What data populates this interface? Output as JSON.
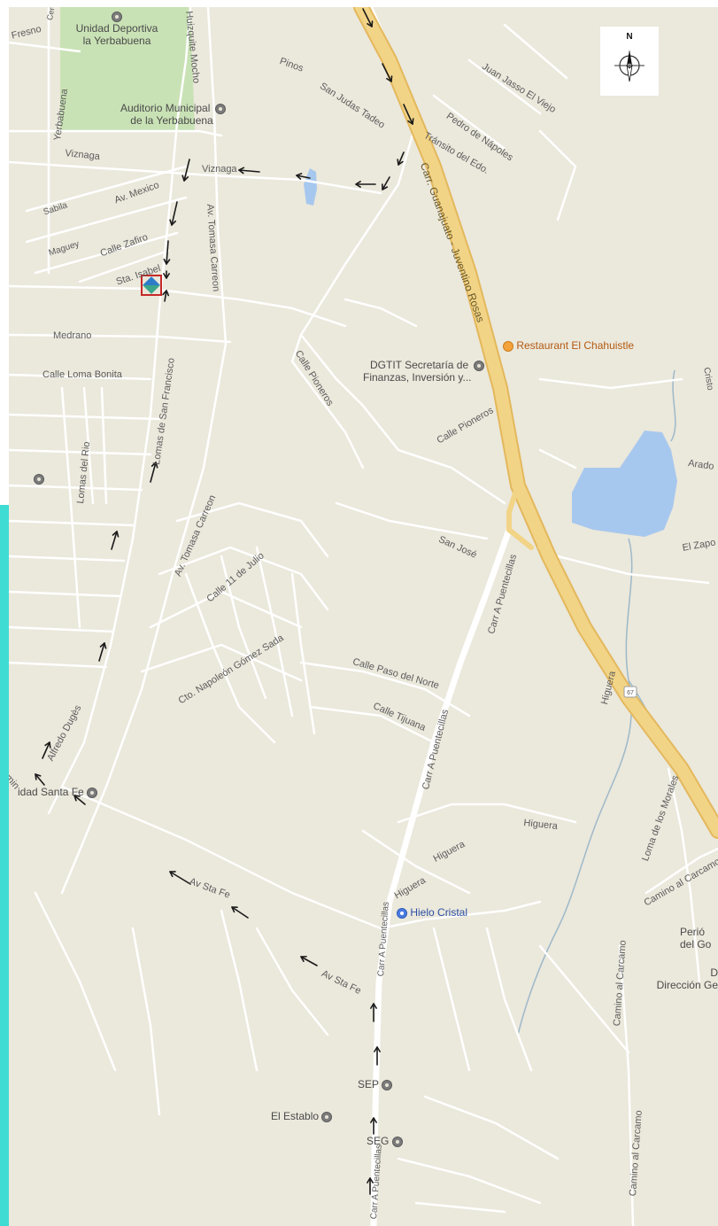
{
  "map": {
    "compass": {
      "north_label": "N"
    },
    "highway": {
      "label": "Carr. Guanajuato - Juventino Rosas",
      "shield": "67"
    },
    "streets": [
      {
        "text": "Fresno"
      },
      {
        "text": "Yerbabuena"
      },
      {
        "text": "Cerezo"
      },
      {
        "text": "Huizquite Mocho"
      },
      {
        "text": "Pinos"
      },
      {
        "text": "San Judas Tadeo"
      },
      {
        "text": "Juan Jasso El Viejo"
      },
      {
        "text": "Pedro de Nápoles"
      },
      {
        "text": "Tránsito del Edo."
      },
      {
        "text": "Viznaga"
      },
      {
        "text": "Viznaga"
      },
      {
        "text": "Av. Mexico"
      },
      {
        "text": "Sabila"
      },
      {
        "text": "Maguey"
      },
      {
        "text": "Calle Zafiro"
      },
      {
        "text": "Sta. Isabel"
      },
      {
        "text": "Av. Tomasa Carreon"
      },
      {
        "text": "Medrano"
      },
      {
        "text": "Calle Loma Bonita"
      },
      {
        "text": "Lomas de San Francisco"
      },
      {
        "text": "Lomas del Rio"
      },
      {
        "text": "Calle Pioneros"
      },
      {
        "text": "Calle Pioneros"
      },
      {
        "text": "San José"
      },
      {
        "text": "Carr A Puentecillas"
      },
      {
        "text": "Av. Tomasa Carreon"
      },
      {
        "text": "Calle 11 de Julio"
      },
      {
        "text": "Cto. Napoleón Gómez Sada"
      },
      {
        "text": "Calle Paso del Norte"
      },
      {
        "text": "Calle Tijuana"
      },
      {
        "text": "Carr A Puentecillas"
      },
      {
        "text": "Alfredo Dugès"
      },
      {
        "text": "Higuera"
      },
      {
        "text": "Higuera"
      },
      {
        "text": "Higuera"
      },
      {
        "text": "Higuera"
      },
      {
        "text": "Loma de los Morales"
      },
      {
        "text": "Camino al Carcamo"
      },
      {
        "text": "Av Sta Fe"
      },
      {
        "text": "Av Sta Fe"
      },
      {
        "text": "Carr A Puentecillas"
      },
      {
        "text": "Camino al Carcamo"
      },
      {
        "text": "Camino al Carcamo"
      },
      {
        "text": "Arado"
      },
      {
        "text": "El Zapo"
      },
      {
        "text": "Cristo"
      },
      {
        "text": "Carr A Puentecillas"
      },
      {
        "text": "amin"
      }
    ],
    "places": {
      "unidad_deportiva": {
        "line1": "Unidad Deportiva",
        "line2": "la Yerbabuena"
      },
      "auditorio": {
        "line1": "Auditorio Municipal",
        "line2": "de la Yerbabuena"
      },
      "restaurant": "Restaurant El Chahuistle",
      "dgtit": {
        "line1": "DGTIT Secretaría de",
        "line2": "Finanzas, Inversión y..."
      },
      "unidad_santa_fe": "idad Santa Fe",
      "hielo_cristal": "Hielo Cristal",
      "sep": "SEP",
      "seg": "SEG",
      "el_establo": "El Establo",
      "periodico": {
        "line1": "Perió",
        "line2": "del Go"
      },
      "direccion": {
        "line1": "D",
        "line2": "Dirección Ge"
      }
    },
    "colors": {
      "land": "#ebe8dc",
      "park": "#c9e2b5",
      "water": "#a7c8ee",
      "highway": "#f2d487",
      "highway_edge": "#e3b85c",
      "street": "#ffffff",
      "stream": "#9db9c9",
      "arrow": "#1a1a1a",
      "marker_border": "#c62828",
      "side_strip": "#3fdcd3"
    }
  }
}
